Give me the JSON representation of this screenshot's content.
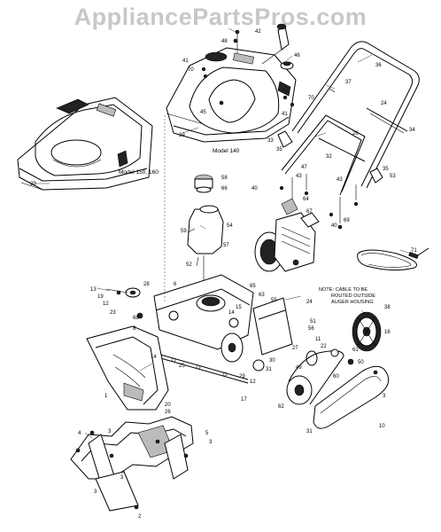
{
  "watermark": "AppliancePartsPros.com",
  "model_labels": {
    "left_shroud": "Model 150, 160",
    "right_shroud": "Model 140"
  },
  "note": {
    "line1": "NOTE: CABLE TO BE",
    "line2": "ROUTED OUTSIDE",
    "line3": "AUGER HOUSING"
  },
  "callouts": {
    "c39a": "39",
    "c39b": "39",
    "c48": "48",
    "c42": "42",
    "c46": "46",
    "c41a": "41",
    "c70a": "70",
    "c45": "45",
    "c70b": "70",
    "c41b": "41",
    "c36": "36",
    "c37": "37",
    "c24a": "24",
    "c34": "34",
    "c26": "26",
    "c33": "33",
    "c35a": "35",
    "c32": "32",
    "c47": "47",
    "c43a": "43",
    "c40a": "40",
    "c35b": "35",
    "c53": "53",
    "c43b": "43",
    "c58": "58",
    "c66": "66",
    "c64": "64",
    "c67": "67",
    "c59": "59",
    "c54": "54",
    "c57": "57",
    "c52": "52",
    "c40b": "40",
    "c69": "69",
    "c71": "71",
    "c13": "13",
    "c19": "19",
    "c28": "28",
    "c12a": "12",
    "c23a": "23",
    "c68": "68",
    "c6": "6",
    "c65": "65",
    "c63": "63",
    "c55": "55",
    "c24b": "24",
    "c15": "15",
    "c14a": "14",
    "c51": "51",
    "c38": "38",
    "c56": "56",
    "c16": "16",
    "c11": "11",
    "c22": "22",
    "c8": "8",
    "c14b": "14",
    "c25": "25",
    "c29": "29",
    "c12b": "12",
    "c30": "30",
    "c31a": "31",
    "c61": "61",
    "c50": "50",
    "c60": "60",
    "c62": "62",
    "c31b": "31",
    "c1": "1",
    "c20": "20",
    "c26b": "26",
    "c17": "17",
    "c3a": "3",
    "c4": "4",
    "c5": "5",
    "c3b": "3",
    "c3c": "3",
    "c3d": "3",
    "c2": "2",
    "c10": "10",
    "c49": "49",
    "c27": "27"
  }
}
